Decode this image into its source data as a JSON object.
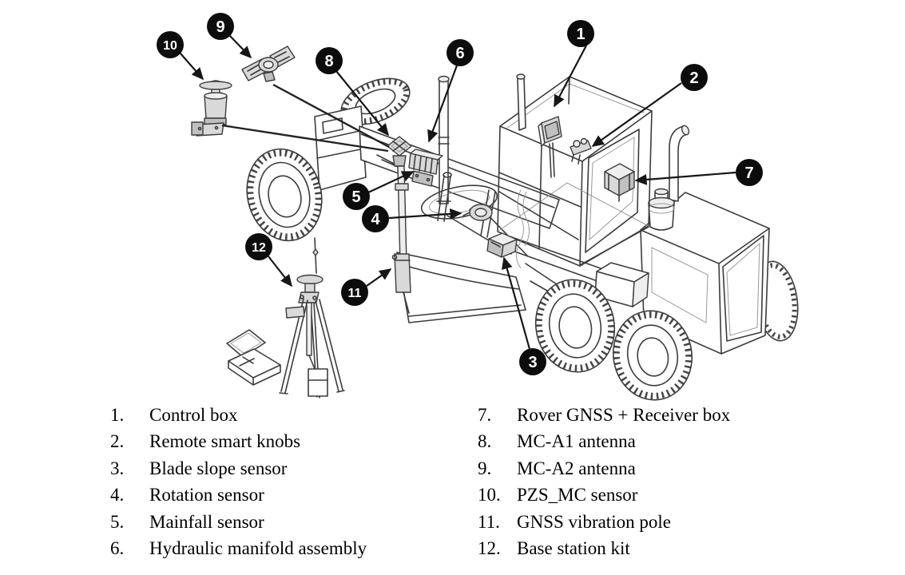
{
  "figure": {
    "title": "Motor grader machine control system components diagram",
    "machine": "Motor grader (isometric line drawing)",
    "colors": {
      "background": "#ffffff",
      "line_art": "#3c3c3c",
      "badge_background": "#0c0c0c",
      "badge_number": "#ffffff",
      "legend_text": "#000000",
      "arrow": "#161616"
    }
  },
  "callouts": [
    {
      "number": "1",
      "label": "Control box"
    },
    {
      "number": "2",
      "label": "Remote smart knobs"
    },
    {
      "number": "3",
      "label": "Blade slope sensor"
    },
    {
      "number": "4",
      "label": "Rotation sensor"
    },
    {
      "number": "5",
      "label": "Mainfall sensor"
    },
    {
      "number": "6",
      "label": "Hydraulic manifold assembly"
    },
    {
      "number": "7",
      "label": "Rover GNSS + Receiver box"
    },
    {
      "number": "8",
      "label": "MC-A1 antenna"
    },
    {
      "number": "9",
      "label": "MC-A2 antenna"
    },
    {
      "number": "10",
      "label": "PZS_MC sensor"
    },
    {
      "number": "11",
      "label": "GNSS vibration pole"
    },
    {
      "number": "12",
      "label": "Base station kit"
    }
  ],
  "legend": {
    "left": [
      {
        "number": "1.",
        "label": "Control box"
      },
      {
        "number": "2.",
        "label": "Remote smart knobs"
      },
      {
        "number": "3.",
        "label": "Blade slope sensor"
      },
      {
        "number": "4.",
        "label": "Rotation sensor"
      },
      {
        "number": "5.",
        "label": "Mainfall sensor"
      },
      {
        "number": "6.",
        "label": "Hydraulic manifold assembly"
      }
    ],
    "right": [
      {
        "number": "7.",
        "label": "Rover GNSS + Receiver box"
      },
      {
        "number": "8.",
        "label": "MC-A1 antenna"
      },
      {
        "number": "9.",
        "label": "MC-A2 antenna"
      },
      {
        "number": "10.",
        "label": "PZS_MC sensor"
      },
      {
        "number": "11.",
        "label": "GNSS vibration pole"
      },
      {
        "number": "12.",
        "label": "Base station kit"
      }
    ]
  }
}
